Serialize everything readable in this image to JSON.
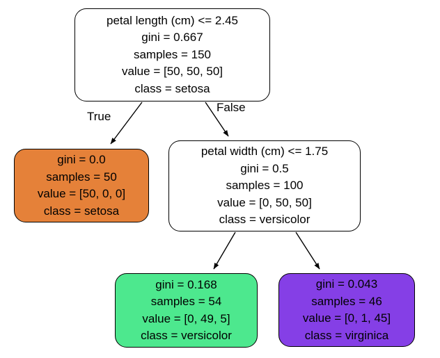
{
  "diagram": {
    "kind": "decision-tree",
    "background": "#ffffff",
    "edge_color": "#000000",
    "border_color": "#000000",
    "text_color": "#000000"
  },
  "edges": {
    "true_label": "True",
    "false_label": "False"
  },
  "nodes": [
    {
      "name": "root-split",
      "fill": "#ffffff",
      "lines": [
        "petal length (cm) <= 2.45",
        "gini = 0.667",
        "samples = 150",
        "value = [50, 50, 50]",
        "class = setosa"
      ]
    },
    {
      "name": "setosa-leaf",
      "fill": "#e58139",
      "lines": [
        "gini = 0.0",
        "samples = 50",
        "value = [50, 0, 0]",
        "class = setosa"
      ]
    },
    {
      "name": "petal-width-split",
      "fill": "#ffffff",
      "lines": [
        "petal width (cm) <= 1.75",
        "gini = 0.5",
        "samples = 100",
        "value = [0, 50, 50]",
        "class = versicolor"
      ]
    },
    {
      "name": "versicolor-leaf",
      "fill": "#4de88e",
      "lines": [
        "gini = 0.168",
        "samples = 54",
        "value = [0, 49, 5]",
        "class = versicolor"
      ]
    },
    {
      "name": "virginica-leaf",
      "fill": "#853fe6",
      "lines": [
        "gini = 0.043",
        "samples = 46",
        "value = [0, 1, 45]",
        "class = virginica"
      ]
    }
  ]
}
